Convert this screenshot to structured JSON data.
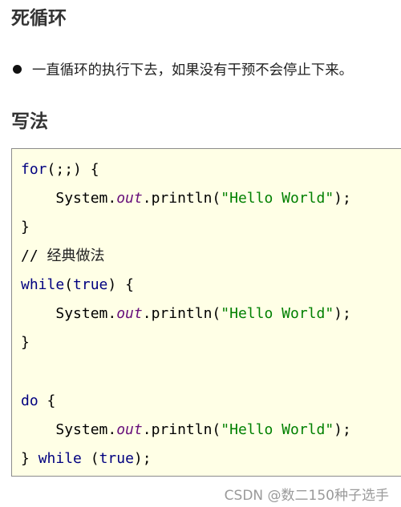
{
  "heading1": "死循环",
  "bullet": "一直循环的执行下去，如果没有干预不会停止下来。",
  "heading2": "写法",
  "code": {
    "kw_for": "for",
    "for_args": "(;;) {",
    "indent": "    ",
    "system": "System.",
    "out": "out",
    "println_open": ".println(",
    "hello": "\"Hello World\"",
    "close_paren": ");",
    "close_brace": "}",
    "comment_slash": "// ",
    "comment_text": "经典做法",
    "kw_while": "while",
    "paren_open": "(",
    "kw_true": "true",
    "paren_close_brace": ") {",
    "kw_do": "do",
    "brace_open": " {",
    "brace_close_space": "} ",
    "space_paren": " (",
    "paren_semicolon": ");"
  },
  "watermark": "CSDN @数二150种子选手"
}
